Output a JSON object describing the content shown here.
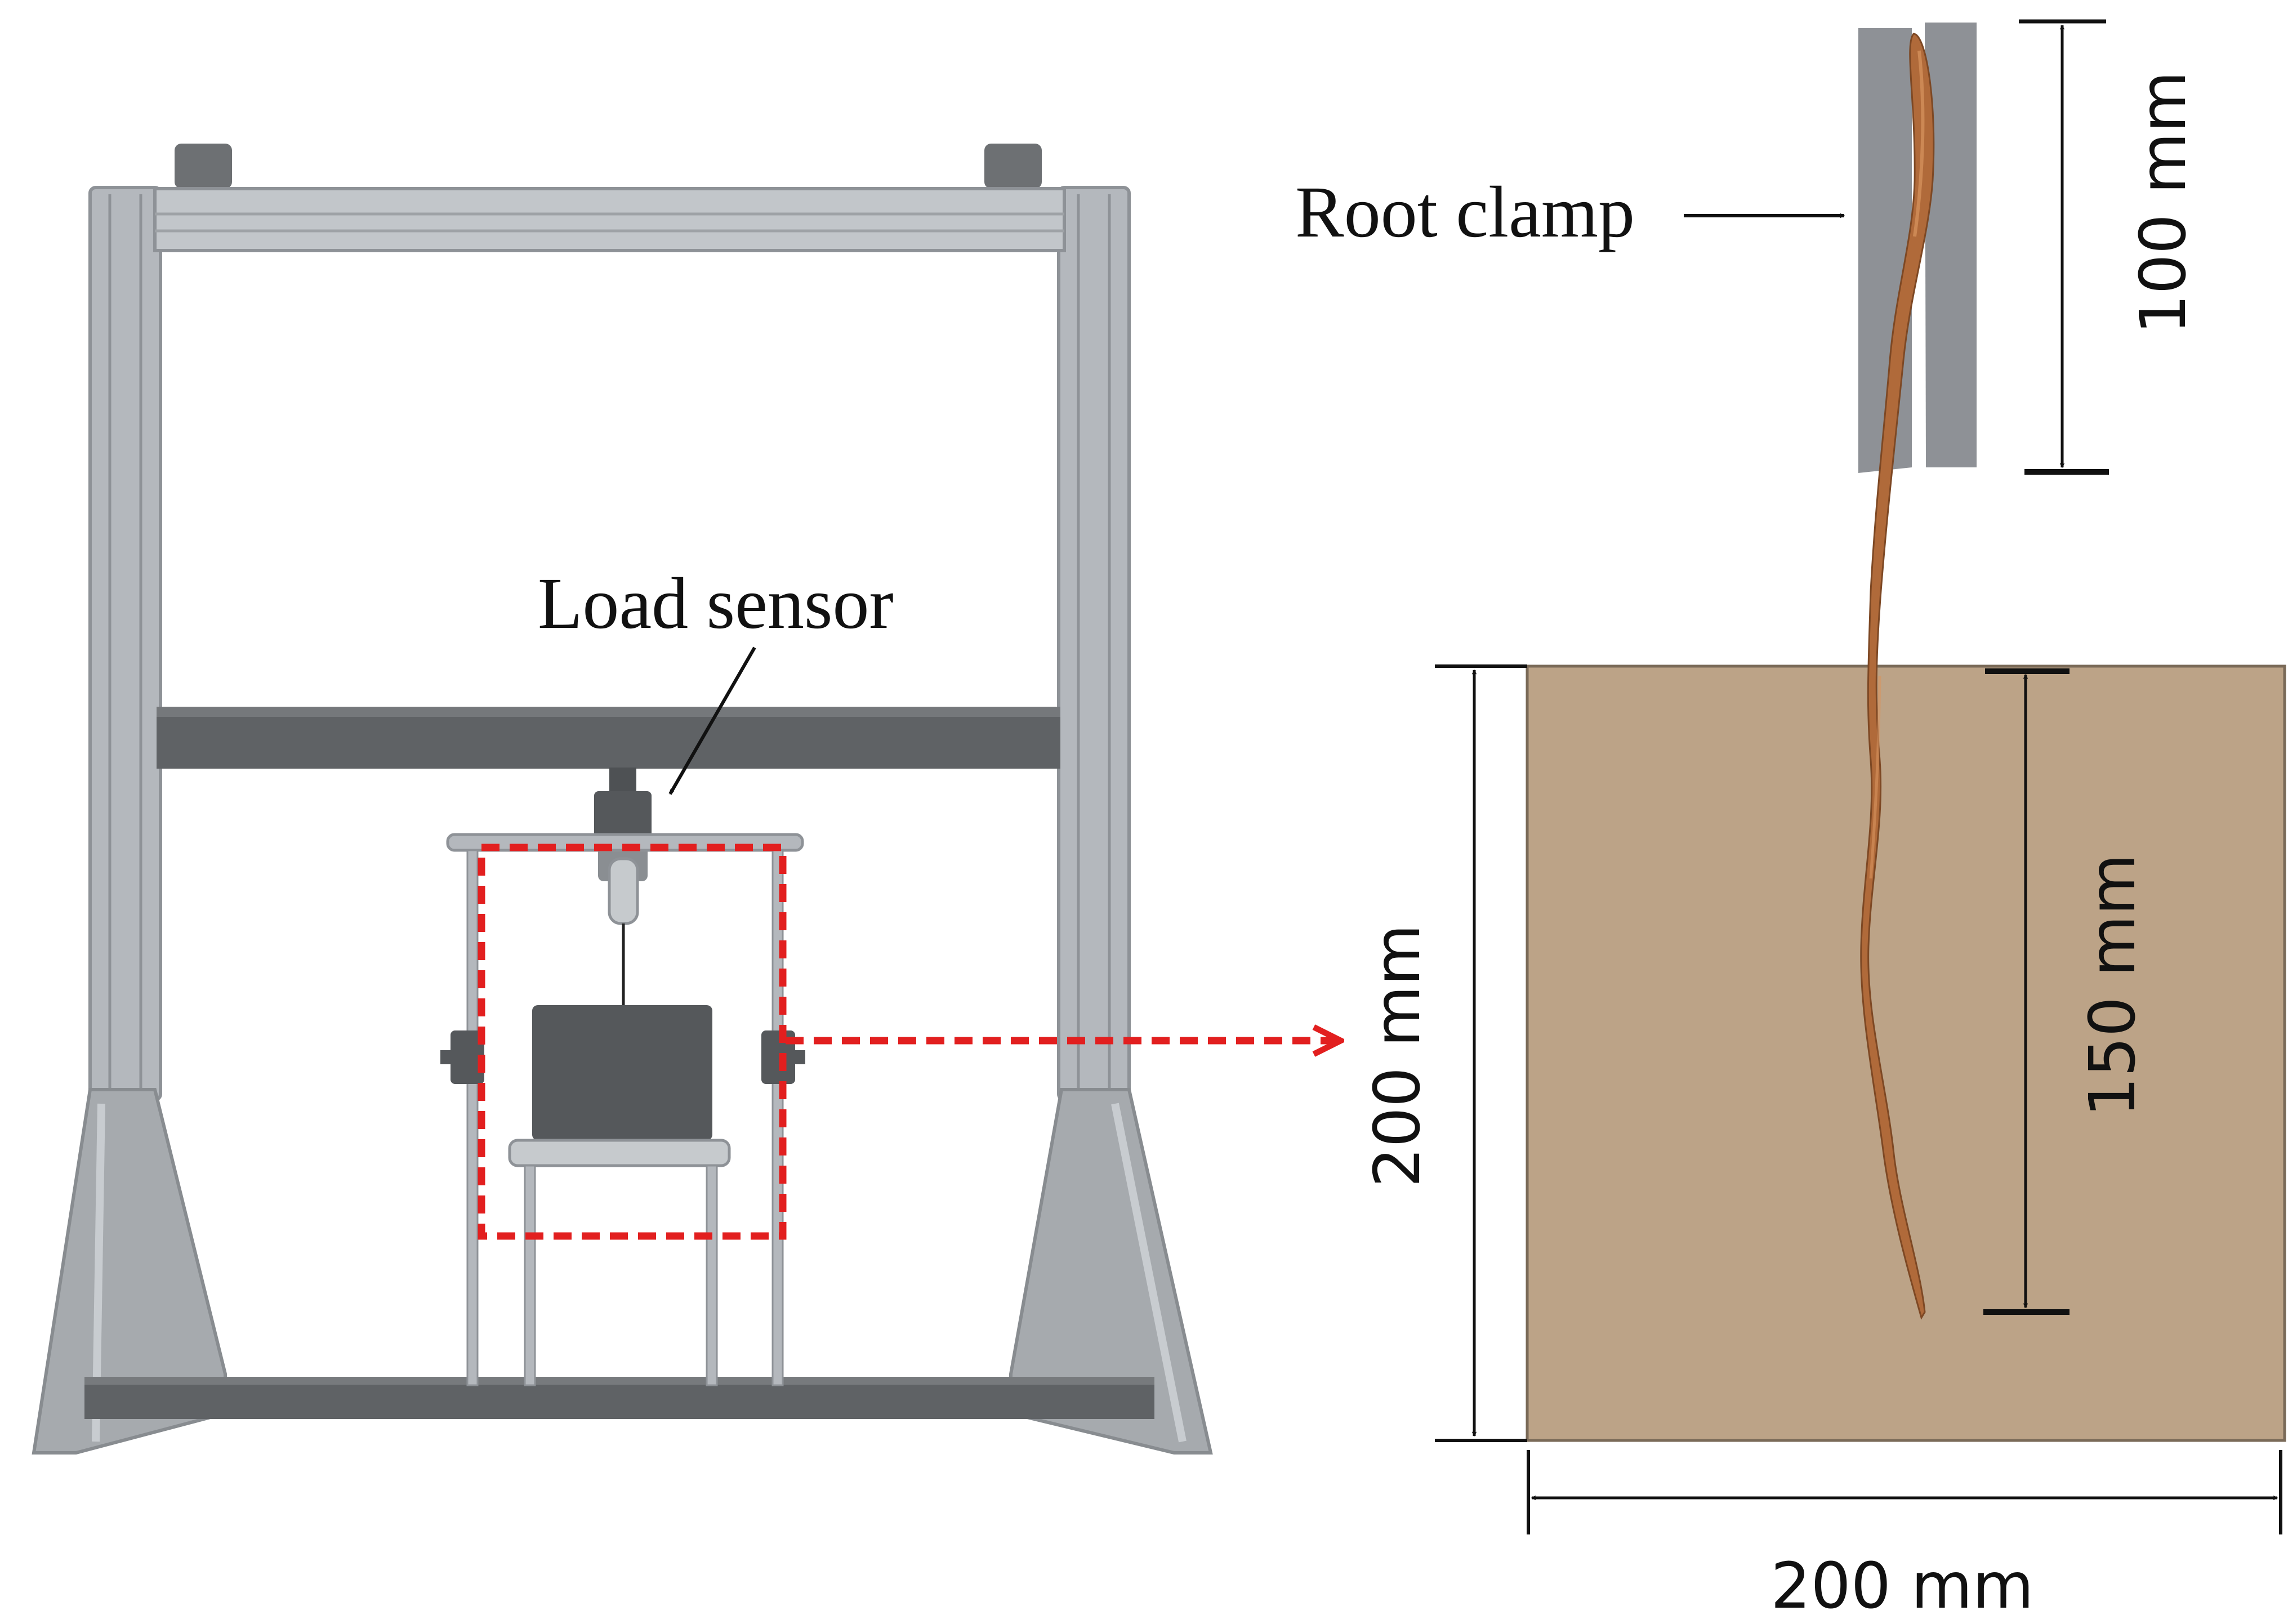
{
  "labels": {
    "load_sensor": "Load sensor",
    "root_clamp": "Root clamp",
    "clamp_length": "100 mm",
    "embed_depth": "150 mm",
    "box_height": "200 mm",
    "box_width": "200 mm"
  },
  "colors": {
    "frame_light": "#b4b8bd",
    "frame_light_edge": "#8e9297",
    "frame_dark": "#5f6265",
    "soil": "#bca387",
    "root": "#b06a3a",
    "highlight": "#e21f1f"
  }
}
